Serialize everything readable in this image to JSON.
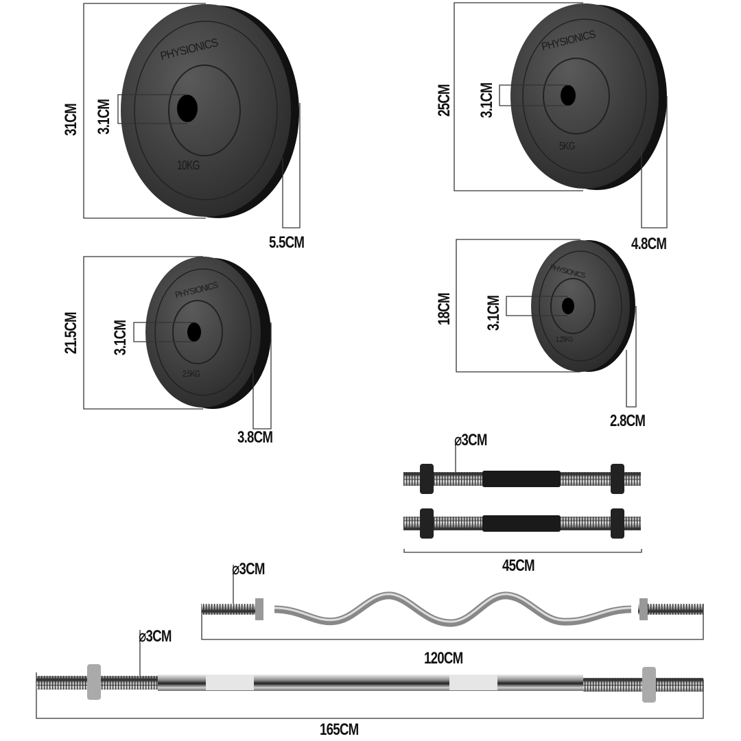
{
  "plates": [
    {
      "id": "10kg",
      "brand": "PHYSIONICS",
      "weight": "10KG",
      "diameter": "31CM",
      "hole": "3.1CM",
      "thickness": "5.5CM"
    },
    {
      "id": "5kg",
      "brand": "PHYSIONICS",
      "weight": "5KG",
      "diameter": "25CM",
      "hole": "3.1CM",
      "thickness": "4.8CM"
    },
    {
      "id": "2.5kg",
      "brand": "PHYSIONICS",
      "weight": "2.5KG",
      "diameter": "21.5CM",
      "hole": "3.1CM",
      "thickness": "3.8CM"
    },
    {
      "id": "1.25kg",
      "brand": "PHYSIONICS",
      "weight": "1.25KG",
      "diameter": "18CM",
      "hole": "3.1CM",
      "thickness": "2.8CM"
    }
  ],
  "bars": {
    "dumbbell": {
      "diameter": "⌀3CM",
      "length": "45CM"
    },
    "curl_bar": {
      "diameter": "⌀3CM",
      "length": "120CM"
    },
    "straight_bar": {
      "diameter": "⌀3CM",
      "length": "165CM"
    }
  },
  "colors": {
    "plate": "#2a2a2a",
    "plate_face": "#3d3d3d",
    "chrome": "#c8c8c8",
    "line": "#333333"
  }
}
